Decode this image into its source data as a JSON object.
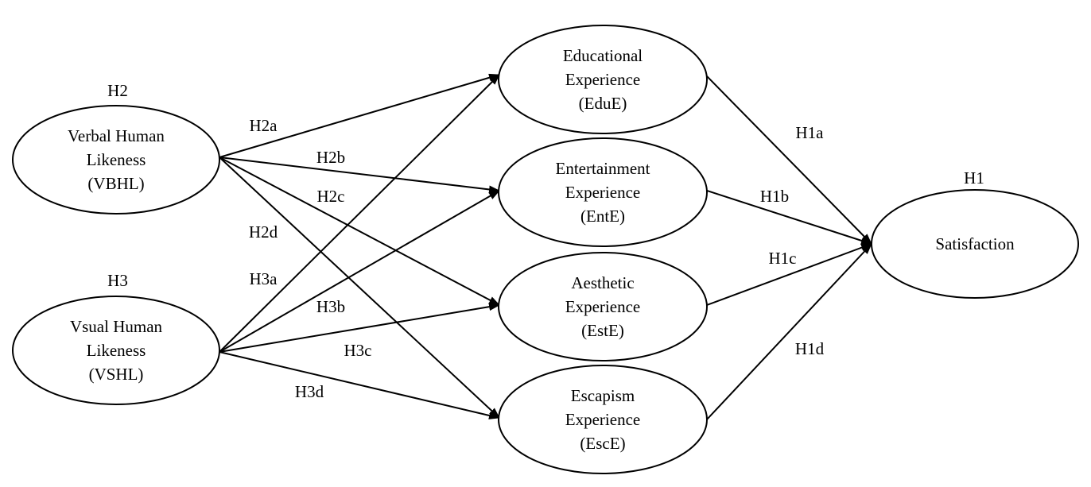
{
  "nodes": [
    {
      "id": "vbhl",
      "lines": [
        "Verbal Human",
        "Likeness",
        "(VBHL)"
      ]
    },
    {
      "id": "vshl",
      "lines": [
        "Vsual Human",
        "Likeness",
        "(VSHL)"
      ]
    },
    {
      "id": "edue",
      "lines": [
        "Educational",
        "Experience",
        "(EduE)"
      ]
    },
    {
      "id": "ente",
      "lines": [
        "Entertainment",
        "Experience",
        "(EntE)"
      ]
    },
    {
      "id": "este",
      "lines": [
        "Aesthetic",
        "Experience",
        "(EstE)"
      ]
    },
    {
      "id": "esce",
      "lines": [
        "Escapism",
        "Experience",
        "(EscE)"
      ]
    },
    {
      "id": "sat",
      "lines": [
        "Satisfaction"
      ]
    }
  ],
  "edges": [
    {
      "id": "h2a",
      "from": "vbhl",
      "to": "edue",
      "label": "H2a"
    },
    {
      "id": "h2b",
      "from": "vbhl",
      "to": "ente",
      "label": "H2b"
    },
    {
      "id": "h2c",
      "from": "vbhl",
      "to": "este",
      "label": "H2c"
    },
    {
      "id": "h2d",
      "from": "vbhl",
      "to": "esce",
      "label": "H2d"
    },
    {
      "id": "h3a",
      "from": "vshl",
      "to": "edue",
      "label": "H3a"
    },
    {
      "id": "h3b",
      "from": "vshl",
      "to": "ente",
      "label": "H3b"
    },
    {
      "id": "h3c",
      "from": "vshl",
      "to": "este",
      "label": "H3c"
    },
    {
      "id": "h3d",
      "from": "vshl",
      "to": "esce",
      "label": "H3d"
    },
    {
      "id": "h1a",
      "from": "edue",
      "to": "sat",
      "label": "H1a"
    },
    {
      "id": "h1b",
      "from": "ente",
      "to": "sat",
      "label": "H1b"
    },
    {
      "id": "h1c",
      "from": "este",
      "to": "sat",
      "label": "H1c"
    },
    {
      "id": "h1d",
      "from": "esce",
      "to": "sat",
      "label": "H1d"
    }
  ],
  "group_labels": {
    "h2": "H2",
    "h3": "H3",
    "h1": "H1"
  }
}
